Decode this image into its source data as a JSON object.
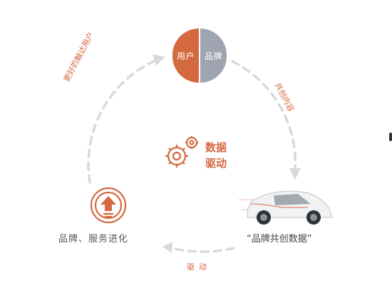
{
  "center": {
    "line1": "数据",
    "line2": "驱动"
  },
  "top_node": {
    "left_label": "用户",
    "right_label": "品牌"
  },
  "arc_labels": {
    "left": "更好的触达用户",
    "right": "共创内容",
    "bottom": "驱动"
  },
  "nodes": {
    "bottom_left": "品牌、服务进化",
    "bottom_right": "“品牌共创数据”"
  },
  "colors": {
    "accent": "#d4683f",
    "gray": "#9ea4b0",
    "dash": "#d9d9d9"
  },
  "icons": [
    "gears-icon",
    "upgrade-icon",
    "car-icon",
    "arrow-head-icon"
  ]
}
